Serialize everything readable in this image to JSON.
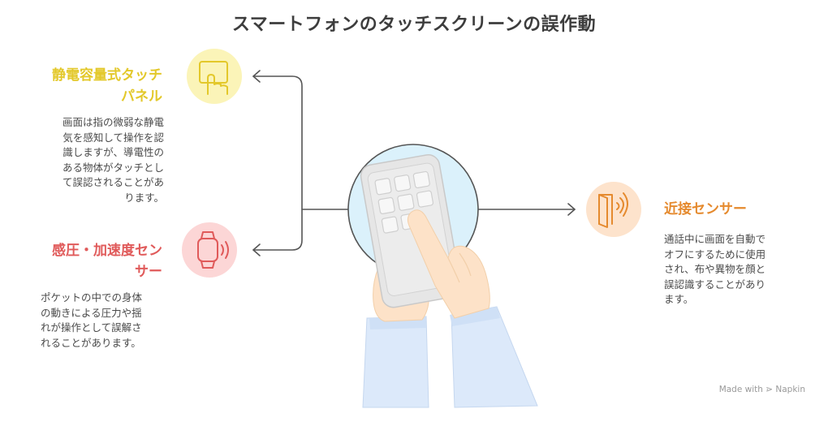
{
  "title": "スマートフォンのタッチスクリーンの誤作動",
  "colors": {
    "capacitive": "#e3c82a",
    "pressure": "#e05a5a",
    "proximity": "#e58a2e",
    "connector": "#555555",
    "hand_skin": "#fde2c8",
    "sleeve": "#dce9fa",
    "phone": "#e4e4e4",
    "center_circle": "#dbf1fb"
  },
  "items": {
    "capacitive": {
      "heading_line1": "静電容量式タッチ",
      "heading_line2": "パネル",
      "desc_lines": [
        "画面は指の微弱な静電",
        "気を感知して操作を認",
        "識しますが、導電性の",
        "ある物体がタッチとし",
        "て誤認されることがあ",
        "ります。"
      ],
      "icon": "touch-screen-icon"
    },
    "pressure": {
      "heading_line1": "感圧・加速度セン",
      "heading_line2": "サー",
      "desc_lines": [
        "ポケットの中での身体",
        "の動きによる圧力や揺",
        "れが操作として誤解さ",
        "れることがあります。"
      ],
      "icon": "vibrating-watch-icon"
    },
    "proximity": {
      "heading": "近接センサー",
      "desc_lines": [
        "通話中に画面を自動で",
        "オフにするために使用",
        "され、布や異物を顔と",
        "誤認識することがあり",
        "ます。"
      ],
      "icon": "proximity-door-icon"
    }
  },
  "footer": "Made with ⋗ Napkin"
}
